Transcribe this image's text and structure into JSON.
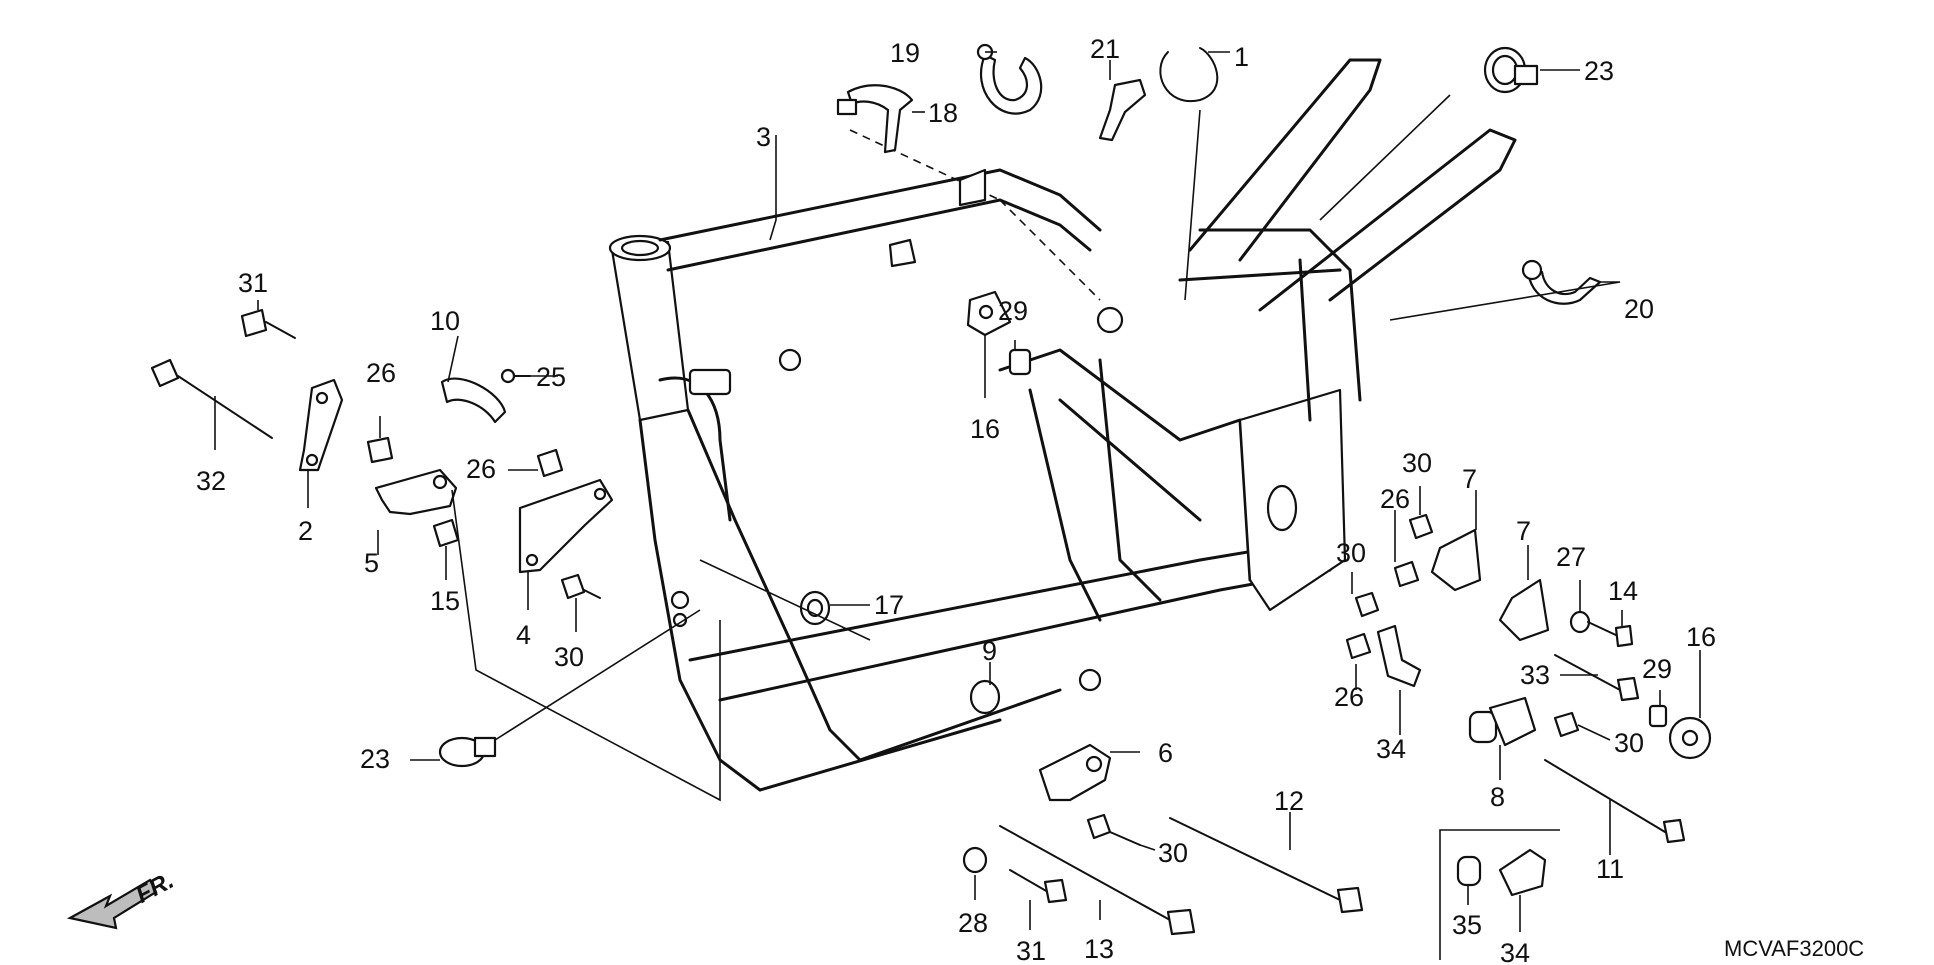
{
  "diagram": {
    "part_code": "MCVAF3200C",
    "direction_label": "FR.",
    "callouts": [
      "1",
      "2",
      "3",
      "4",
      "5",
      "6",
      "7",
      "7",
      "8",
      "9",
      "10",
      "11",
      "12",
      "13",
      "14",
      "15",
      "16",
      "16",
      "17",
      "18",
      "19",
      "20",
      "21",
      "23",
      "23",
      "25",
      "26",
      "26",
      "26",
      "26",
      "27",
      "28",
      "29",
      "29",
      "30",
      "30",
      "30",
      "30",
      "30",
      "31",
      "31",
      "32",
      "33",
      "34",
      "34",
      "35"
    ]
  }
}
